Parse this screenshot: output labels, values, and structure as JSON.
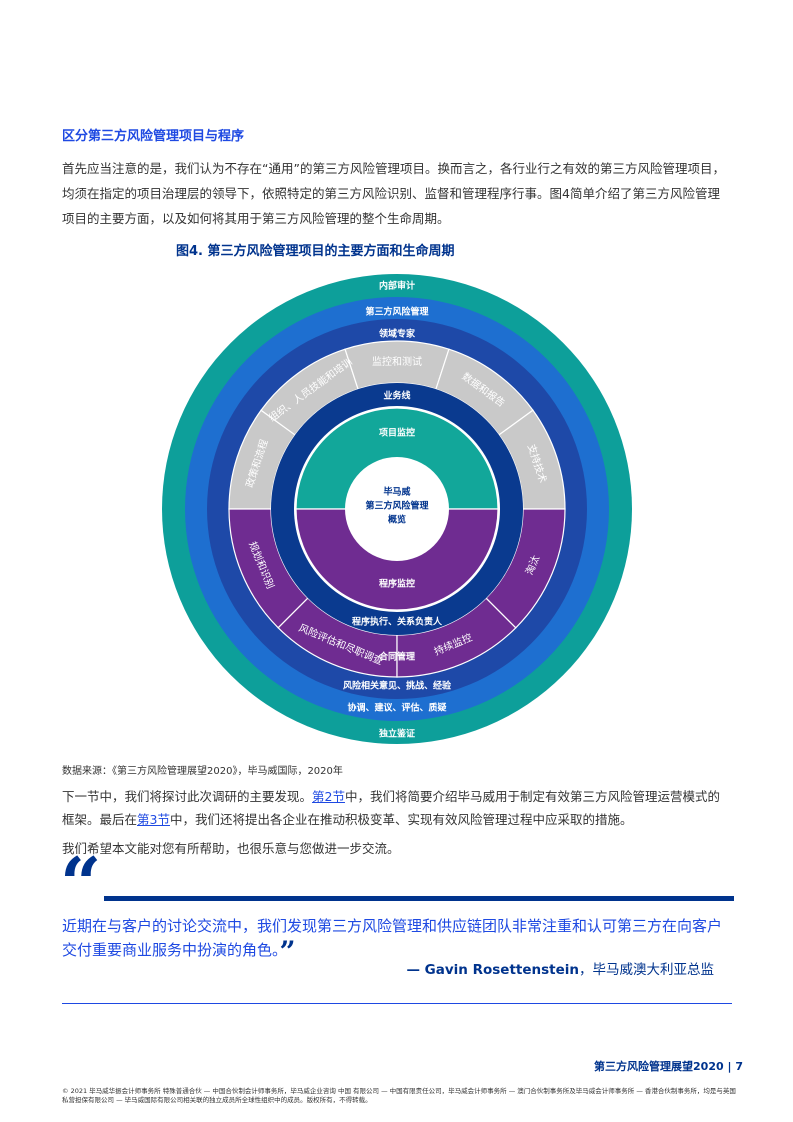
{
  "section_title": "区分第三方风险管理项目与程序",
  "intro_paragraph": "首先应当注意的是，我们认为不存在“通用”的第三方风险管理项目。换而言之，各行业行之有效的第三方风险管理项目，均须在指定的项目治理层的领导下，依照特定的第三方风险识别、监督和管理程序行事。图4简单介绍了第三方风险管理项目的主要方面，以及如何将其用于第三方风险管理的整个生命周期。",
  "figure_title": "图4. 第三方风险管理项目的主要方面和生命周期",
  "diagram": {
    "ring_labels": {
      "internal_audit": "内部审计",
      "tprm": "第三方风险管理",
      "domain_experts": "领域专家",
      "business_line": "业务线",
      "program_exec": "程序执行、关系负责人",
      "contract_mgmt": "合同管理",
      "risk_opinions": "风险相关意见、挑战、经验",
      "coordinate": "协调、建议、评估、质疑",
      "independent_assurance": "独立鉴证"
    },
    "upper_segments": [
      "政策和流程",
      "组织、人员技能和培训",
      "监控和测试",
      "数据和报告",
      "支持技术"
    ],
    "lower_segments": [
      "规划和识别",
      "风险评估和尽职调查",
      "持续监控",
      "淘汰"
    ],
    "inner_top": "项目监控",
    "inner_bottom": "程序监控",
    "center_lines": [
      "毕马威",
      "第三方风险管理",
      "概览"
    ],
    "colors": {
      "teal": "#0d9f9a",
      "teal_inner": "#12a79a",
      "blue_mid": "#1e6fd0",
      "blue_dark": "#1e49a8",
      "navy": "#0a3a8f",
      "gray": "#c9c9c9",
      "purple": "#6f2c91"
    }
  },
  "source": "数据来源：《第三方风险管理展望2020》，毕马威国际，2020年",
  "para1": {
    "prefix": "下一节中，我们将探讨此次调研的主要发现。",
    "link1": "第2节",
    "middle": "中，我们将简要介绍毕马威用于制定有效第三方风险管理运营模式的框架。最后在",
    "link2": "第3节",
    "suffix": "中，我们还将提出各企业在推动积极变革、实现有效风险管理过程中应采取的措施。"
  },
  "para2": "我们希望本文能对您有所帮助，也很乐意与您做进一步交流。",
  "quote": {
    "open_mark": "“",
    "text": "近期在与客户的讨论交流中，我们发现第三方风险管理和供应链团队非常注重和认可第三方在向客户交付重要商业服务中扮演的角色。",
    "close_mark": "”",
    "author": "— Gavin Rosettenstein",
    "role": "，毕马威澳大利亚总监"
  },
  "footer": {
    "title": "第三方风险管理展望2020",
    "page": "7",
    "legal": "© 2021 毕马威华振会计师事务所 特殊普通合伙 — 中国合伙制会计师事务所，毕马威企业咨询 中国 有限公司 — 中国有限责任公司，毕马威会计师事务所 — 澳门合伙制事务所及毕马威会计师事务所 — 香港合伙制事务所，均是与英国私营担保有限公司 — 毕马威国际有限公司相关联的独立成员所全球性组织中的成员。版权所有，不得转载。"
  }
}
